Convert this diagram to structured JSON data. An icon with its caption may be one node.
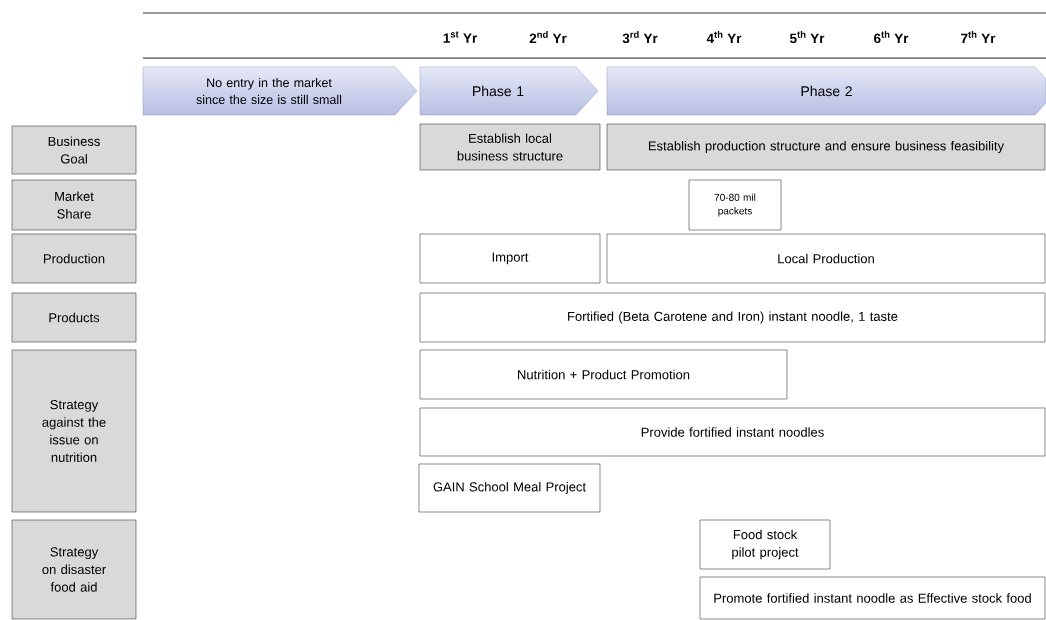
{
  "diagram": {
    "nodes": [
      {
        "text": [
          "No entry in the market since the size is still small"
        ]
      },
      {
        "text": [
          "Phase 1"
        ]
      },
      {
        "text": [
          "Phase 2"
        ]
      },
      {
        "text": [
          "Business Goal"
        ]
      },
      {
        "text": [
          "Establish local business structure"
        ]
      },
      {
        "text": [
          "Establish production structure and ensure business feasibility"
        ]
      },
      {
        "text": [
          "Market Share"
        ]
      },
      {
        "text": [
          "70-80 mil packets"
        ]
      },
      {
        "text": [
          "Production"
        ]
      },
      {
        "text": [
          "Import"
        ]
      },
      {
        "text": [
          "Local Production"
        ]
      },
      {
        "text": [
          "Products"
        ]
      },
      {
        "text": [
          "Fortified (Beta Carotene and Iron) instant noodle, 1 taste"
        ]
      },
      {
        "text": [
          "Strategy against the issue on nutrition"
        ]
      },
      {
        "text": [
          "Nutrition + Product Promotion"
        ]
      },
      {
        "text": [
          "Provide fortified instant noodles"
        ]
      },
      {
        "text": [
          "GAIN School Meal Project"
        ]
      },
      {
        "text": [
          "Strategy on disaster food aid"
        ]
      },
      {
        "text": [
          "Food stock pilot project"
        ]
      },
      {
        "text": [
          "Promote fortified instant noodle as Effective stock food"
        ]
      }
    ],
    "labels": [
      "1$^{st}$ Yr",
      "2$^{nd}$ Yr",
      "3$^{rd}$ Yr",
      "4$^{th}$ Yr",
      "5$^{th}$ Yr",
      "6$^{th}$ Yr",
      "7$^{th}$ Yr"
    ]
  }
}
